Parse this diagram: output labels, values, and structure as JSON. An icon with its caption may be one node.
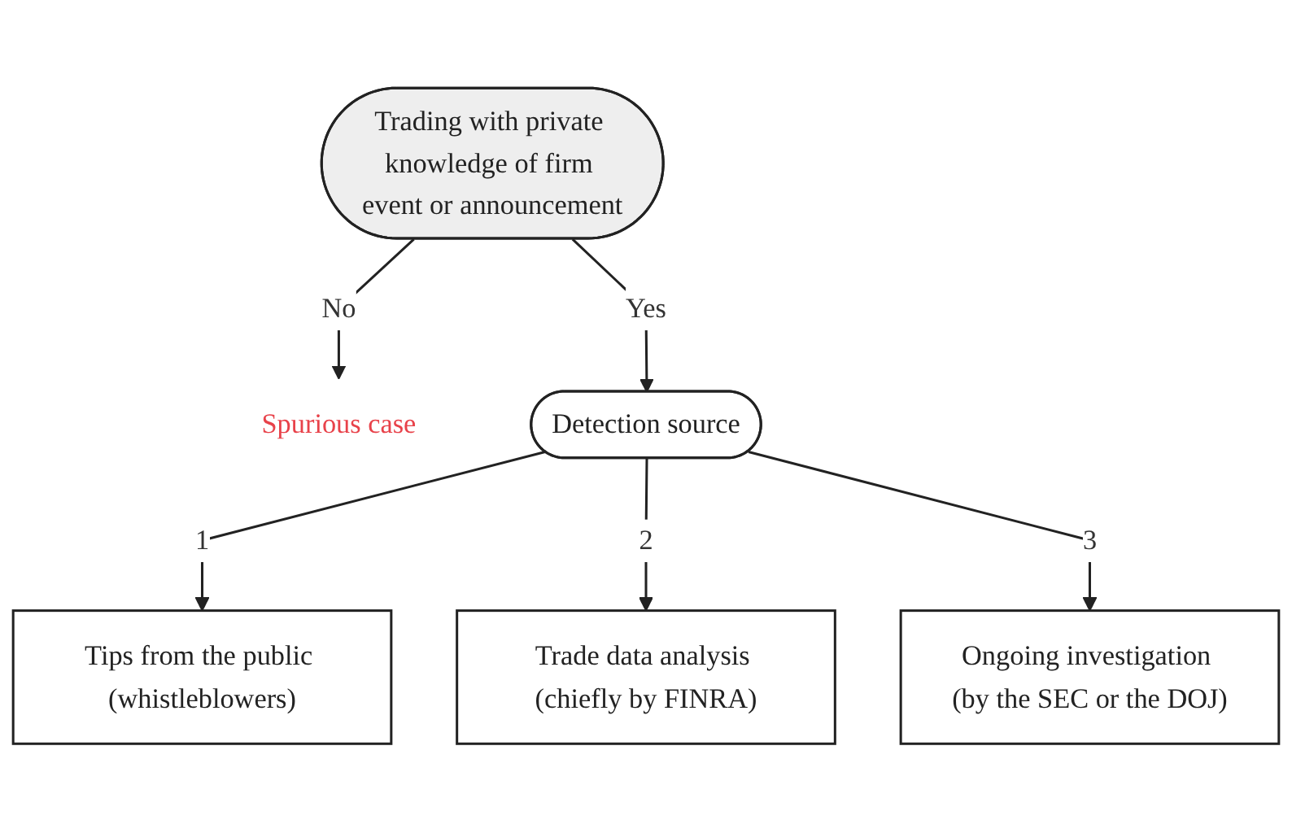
{
  "diagram": {
    "nodes": [
      {
        "text": [
          "Trading with private knowledge of firm event or announcement"
        ]
      },
      {
        "text": [
          "Spurious case"
        ]
      },
      {
        "text": [
          "Detection source"
        ]
      },
      {
        "text": [
          "Tips from the public (whistleblowers)"
        ]
      },
      {
        "text": [
          "Trade data analysis (chiefly by FINRA)"
        ]
      },
      {
        "text": [
          "Ongoing investigation (by the SEC or the DOJ)"
        ]
      }
    ],
    "edges": [
      {
        "from": 0,
        "to": 1,
        "arrow": "to",
        "label": "No"
      },
      {
        "from": 0,
        "to": 2,
        "arrow": "to",
        "label": "Yes"
      },
      {
        "from": 2,
        "to": 3,
        "arrow": "to",
        "label": "1"
      },
      {
        "from": 2,
        "to": 4,
        "arrow": "to",
        "label": "2"
      },
      {
        "from": 2,
        "to": 5,
        "arrow": "to",
        "label": "3"
      }
    ]
  }
}
